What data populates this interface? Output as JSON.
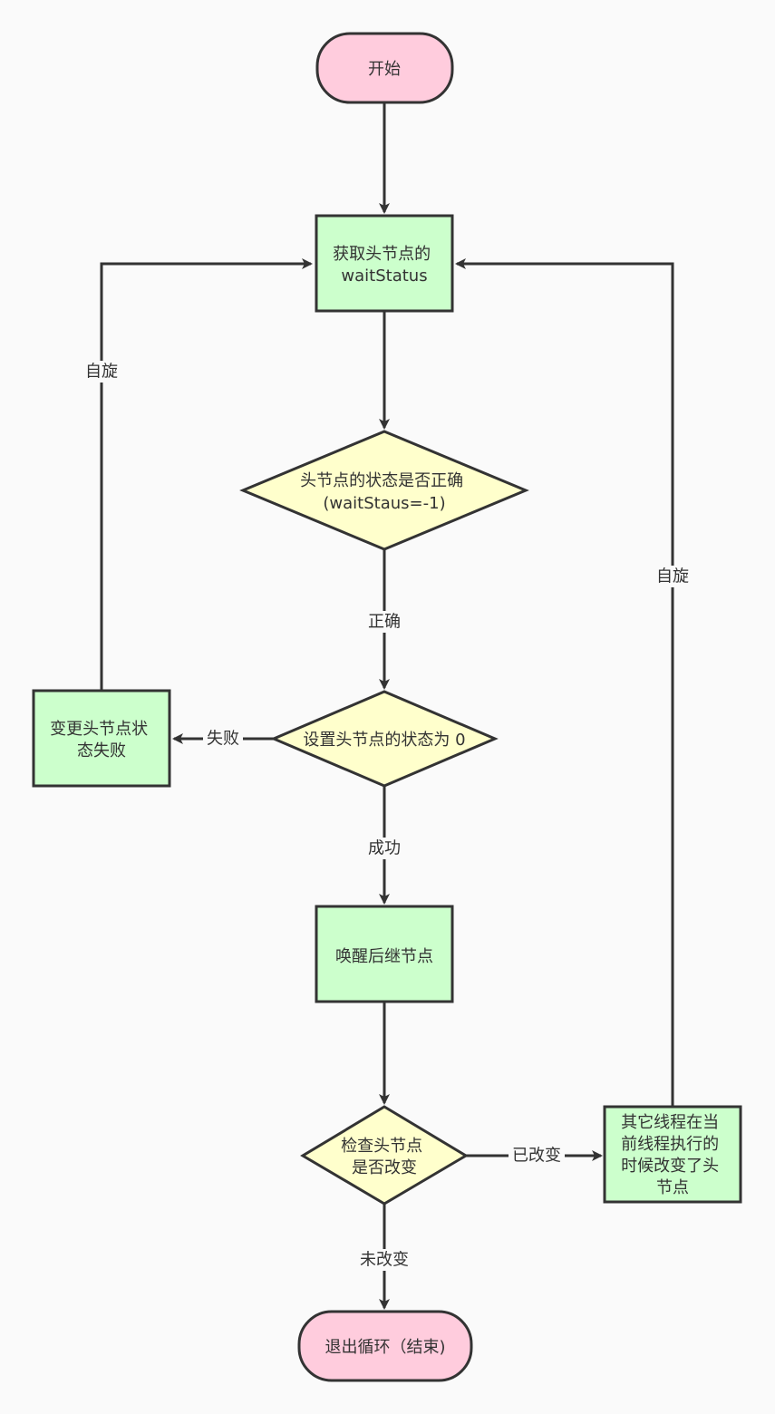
{
  "colors": {
    "background": "#fafafa",
    "terminal_fill": "#ffccdd",
    "process_fill": "#ccffcc",
    "decision_fill": "#ffffcc",
    "stroke": "#333333"
  },
  "nodes": {
    "start": {
      "lines": [
        "开始"
      ]
    },
    "get_status": {
      "lines": [
        "获取头节点的",
        "waitStatus"
      ]
    },
    "check_status": {
      "lines": [
        "头节点的状态是否正确",
        "(waitStaus=-1)"
      ]
    },
    "set_status": {
      "lines": [
        "设置头节点的状态为 0"
      ]
    },
    "change_fail": {
      "lines": [
        "变更头节点状",
        "态失败"
      ]
    },
    "wake_next": {
      "lines": [
        "唤醒后继节点"
      ]
    },
    "check_head": {
      "lines": [
        "检查头节点",
        "是否改变"
      ]
    },
    "other_thread": {
      "lines": [
        "其它线程在当",
        "前线程执行的",
        "时候改变了头",
        "节点"
      ]
    },
    "end": {
      "lines": [
        "退出循环（结束)"
      ]
    }
  },
  "edge_labels": {
    "spin_left": "自旋",
    "spin_right": "自旋",
    "correct": "正确",
    "fail": "失败",
    "success": "成功",
    "changed": "已改变",
    "unchanged": "未改变"
  }
}
